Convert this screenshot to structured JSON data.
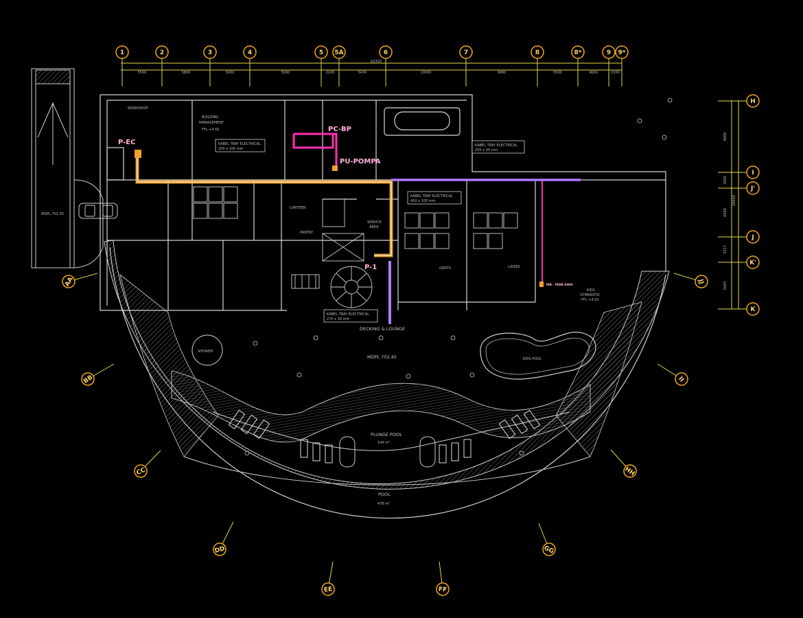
{
  "colors": {
    "background": "#000000",
    "wall": "#d8d8d8",
    "grid": "#e4d84a",
    "bubble": "#f2a51d",
    "orange_tray": "#f0a030",
    "magenta": "#ff2fb0",
    "violet": "#b07cff",
    "tag_text": "#ffb0d8"
  },
  "grid_top": {
    "labels": [
      "1",
      "2",
      "3",
      "4",
      "5",
      "5A",
      "6",
      "7",
      "8",
      "8*",
      "9",
      "9*"
    ],
    "dims": [
      "5500",
      "5800",
      "5000",
      "5000",
      "2245",
      "5430",
      "10000",
      "9960",
      "5500",
      "4600",
      "1500"
    ],
    "total": "62350"
  },
  "grid_right": {
    "labels": [
      "H",
      "I",
      "J'",
      "J",
      "K'",
      "K"
    ],
    "dims": [
      "9000",
      "2600",
      "6000",
      "3317",
      "5683"
    ],
    "total": "26600"
  },
  "arc_grid": [
    "AA",
    "BB",
    "CC",
    "DD",
    "EE",
    "FF",
    "GG",
    "HH",
    "II",
    "JJ"
  ],
  "rooms": {
    "workshop": "WORKSHOP",
    "building_management": "BUILDING",
    "building_management_2": "MANAGEMENT",
    "ffl_1": "FFL +4.55",
    "canteen": "CANTEEN",
    "pantry": "PANTRY",
    "service_area": "SERVICE",
    "service_area_2": "AREA",
    "gents": "GENTS",
    "ladies": "LADIES",
    "kids_gym": "KIDS",
    "kids_gym_2": "GYMNASTIC",
    "ffl_2": "FFL +4.55",
    "decking": "DECKING & LOUNGE",
    "shower": "SHOWER",
    "mdpl_main": "MDPL 702.45",
    "mdpl_side": "MDPL 701.55",
    "kids_pool": "KIDS POOL",
    "plunge_pool": "PLUNGE POOL",
    "plunge_area": "144 m²",
    "pool": "POOL",
    "pool_area": "476 m²"
  },
  "cable_trays": [
    {
      "title": "KABEL TRAY ELECTRICAL",
      "size": "200 x 100 mm"
    },
    {
      "title": "KABEL TRAY ELECTRICAL",
      "size": "250 x 30 mm"
    },
    {
      "title": "KABEL TRAY ELECTRICAL",
      "size": "450 x 105 mm"
    },
    {
      "title": "KABEL TRAY ELECTRICAL",
      "size": "270 x 30 mm"
    }
  ],
  "tags": {
    "p_ec": "P-EC",
    "pc_bp": "PC-BP",
    "pu_pompa": "PU-POMPA",
    "p1": "P-1",
    "mb": "MB - MDB-SWH"
  }
}
